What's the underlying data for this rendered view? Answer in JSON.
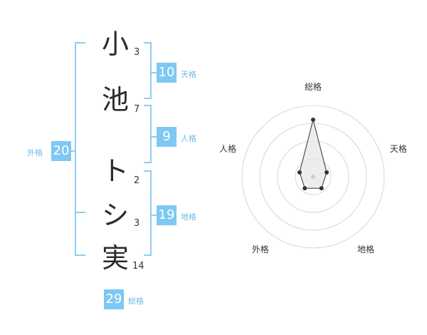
{
  "name": {
    "characters": [
      {
        "char": "小",
        "strokes": "3"
      },
      {
        "char": "池",
        "strokes": "7"
      },
      {
        "char": "ト",
        "strokes": "2"
      },
      {
        "char": "シ",
        "strokes": "3"
      },
      {
        "char": "実",
        "strokes": "14"
      }
    ]
  },
  "grids": {
    "tenkaku": {
      "value": "10",
      "label": "天格"
    },
    "jinkaku": {
      "value": "9",
      "label": "人格"
    },
    "chikaku": {
      "value": "19",
      "label": "地格"
    },
    "gaikaku": {
      "value": "20",
      "label": "外格"
    },
    "soukaku": {
      "value": "29",
      "label": "総格"
    }
  },
  "radar": {
    "axes": [
      "総格",
      "天格",
      "地格",
      "外格",
      "人格"
    ],
    "values": [
      4,
      1,
      1,
      1,
      1
    ],
    "max": 5,
    "colors": {
      "grid": "#cccccc",
      "line": "#333333",
      "fill": "#e6e6e6",
      "center": "#cccccc"
    }
  },
  "colors": {
    "accent": "#7ec8f3",
    "accent_text": "#6fbbe6",
    "bracket": "#8fcdf0"
  }
}
